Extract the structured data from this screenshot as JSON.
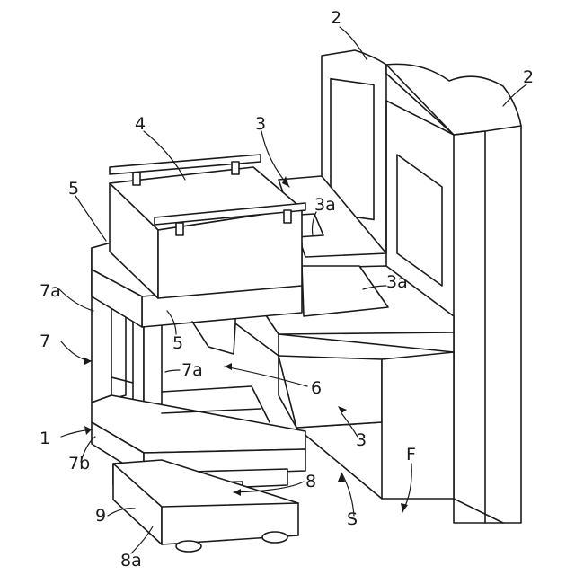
{
  "labels": {
    "ref_2_top": "2",
    "ref_2_right": "2",
    "ref_3_top": "3",
    "ref_3_bottom": "3",
    "ref_3a_upper": "3a",
    "ref_3a_lower": "3a",
    "ref_4": "4",
    "ref_5_top": "5",
    "ref_5_mid": "5",
    "ref_6": "6",
    "ref_7": "7",
    "ref_7a_left": "7a",
    "ref_7a_mid": "7a",
    "ref_7b": "7b",
    "ref_1": "1",
    "ref_8": "8",
    "ref_8a": "8a",
    "ref_9": "9",
    "ref_S": "S",
    "ref_F": "F"
  }
}
